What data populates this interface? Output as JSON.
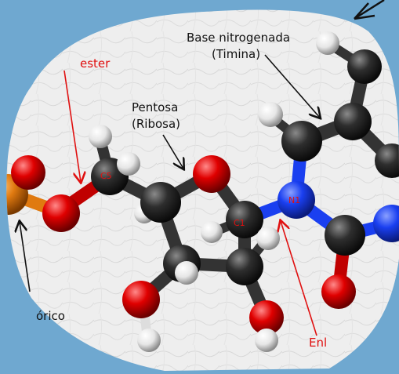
{
  "labels": {
    "base": "Base nitrogenada",
    "base_sub": "(Timina)",
    "pentose": "Pentosa",
    "pentose_sub": "(Ribosa)",
    "ester": "ester",
    "phosphoric": "órico",
    "glycosidic": "Enl",
    "c5": "C5",
    "c1": "C1",
    "n1": "N1"
  },
  "colors": {
    "background": "#6fa8d0",
    "carbon": "#2a2a2a",
    "oxygen": "#e00000",
    "nitrogen": "#1a3ff0",
    "hydrogen": "#f2f2f2",
    "phosphorus": "#e07a10",
    "red_label": "#e01010",
    "black_label": "#111111"
  }
}
